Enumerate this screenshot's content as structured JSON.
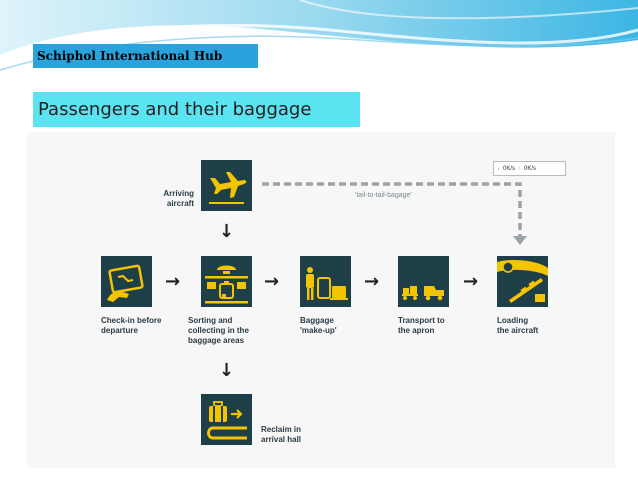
{
  "slide": {
    "tag": "Schiphol International Hub",
    "title": "Passengers and their baggage"
  },
  "legend": {
    "down_value": "0K/s",
    "up_value": "0K/s"
  },
  "dashed_route_label": "'tail-to-tail-bagage'",
  "steps": {
    "arriving": [
      "Arriving",
      "aircraft"
    ],
    "checkin": [
      "Check-in before",
      "departure"
    ],
    "sorting": [
      "Sorting and",
      "collecting in the",
      "baggage areas"
    ],
    "makeup": [
      "Baggage",
      "'make-up'"
    ],
    "transport": [
      "Transport to",
      "the apron"
    ],
    "loading": [
      "Loading",
      "the aircraft"
    ],
    "reclaim": [
      "Reclaim in",
      "arrival hall"
    ]
  },
  "colors": {
    "tile_bg": "#1f3f48",
    "icon_yellow": "#f2c500",
    "tag_bg": "#2aa3dd",
    "title_bg": "#5ce3f2"
  }
}
